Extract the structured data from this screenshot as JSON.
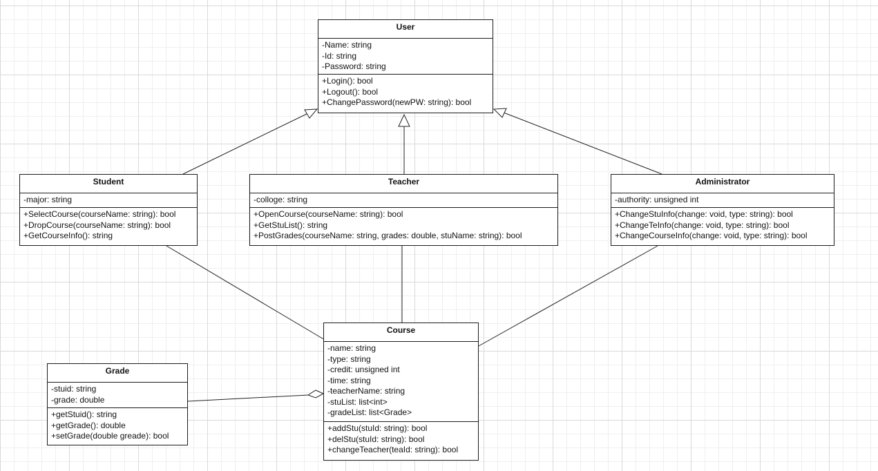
{
  "classes": {
    "user": {
      "name": "User",
      "attributes": [
        "-Name: string",
        "-Id: string",
        "-Password: string"
      ],
      "operations": [
        "+Login(): bool",
        "+Logout(): bool",
        "+ChangePassword(newPW: string): bool"
      ]
    },
    "student": {
      "name": "Student",
      "attributes": [
        "-major: string"
      ],
      "operations": [
        "+SelectCourse(courseName: string): bool",
        "+DropCourse(courseName: string): bool",
        "+GetCourseInfo(): string"
      ]
    },
    "teacher": {
      "name": "Teacher",
      "attributes": [
        "-colloge: string"
      ],
      "operations": [
        "+OpenCourse(courseName: string): bool",
        "+GetStuList(): string",
        "+PostGrades(courseName: string, grades: double, stuName: string): bool"
      ]
    },
    "administrator": {
      "name": "Administrator",
      "attributes": [
        "-authority: unsigned int"
      ],
      "operations": [
        "+ChangeStuInfo(change: void, type: string): bool",
        "+ChangeTeInfo(change: void, type: string): bool",
        "+ChangeCourseInfo(change: void, type: string): bool"
      ]
    },
    "course": {
      "name": "Course",
      "attributes": [
        "-name: string",
        "-type: string",
        "-credit: unsigned int",
        "-time: string",
        "-teacherName: string",
        "-stuList: list<int>",
        "-gradeList: list<Grade>"
      ],
      "operations": [
        "+addStu(stuId: string): bool",
        "+delStu(stuId: string): bool",
        "+changeTeacher(teaId: string): bool"
      ]
    },
    "grade": {
      "name": "Grade",
      "attributes": [
        "-stuid: string",
        "-grade: double"
      ],
      "operations": [
        "+getStuid(): string",
        "+getGrade(): double",
        "+setGrade(double greade): bool"
      ]
    }
  }
}
